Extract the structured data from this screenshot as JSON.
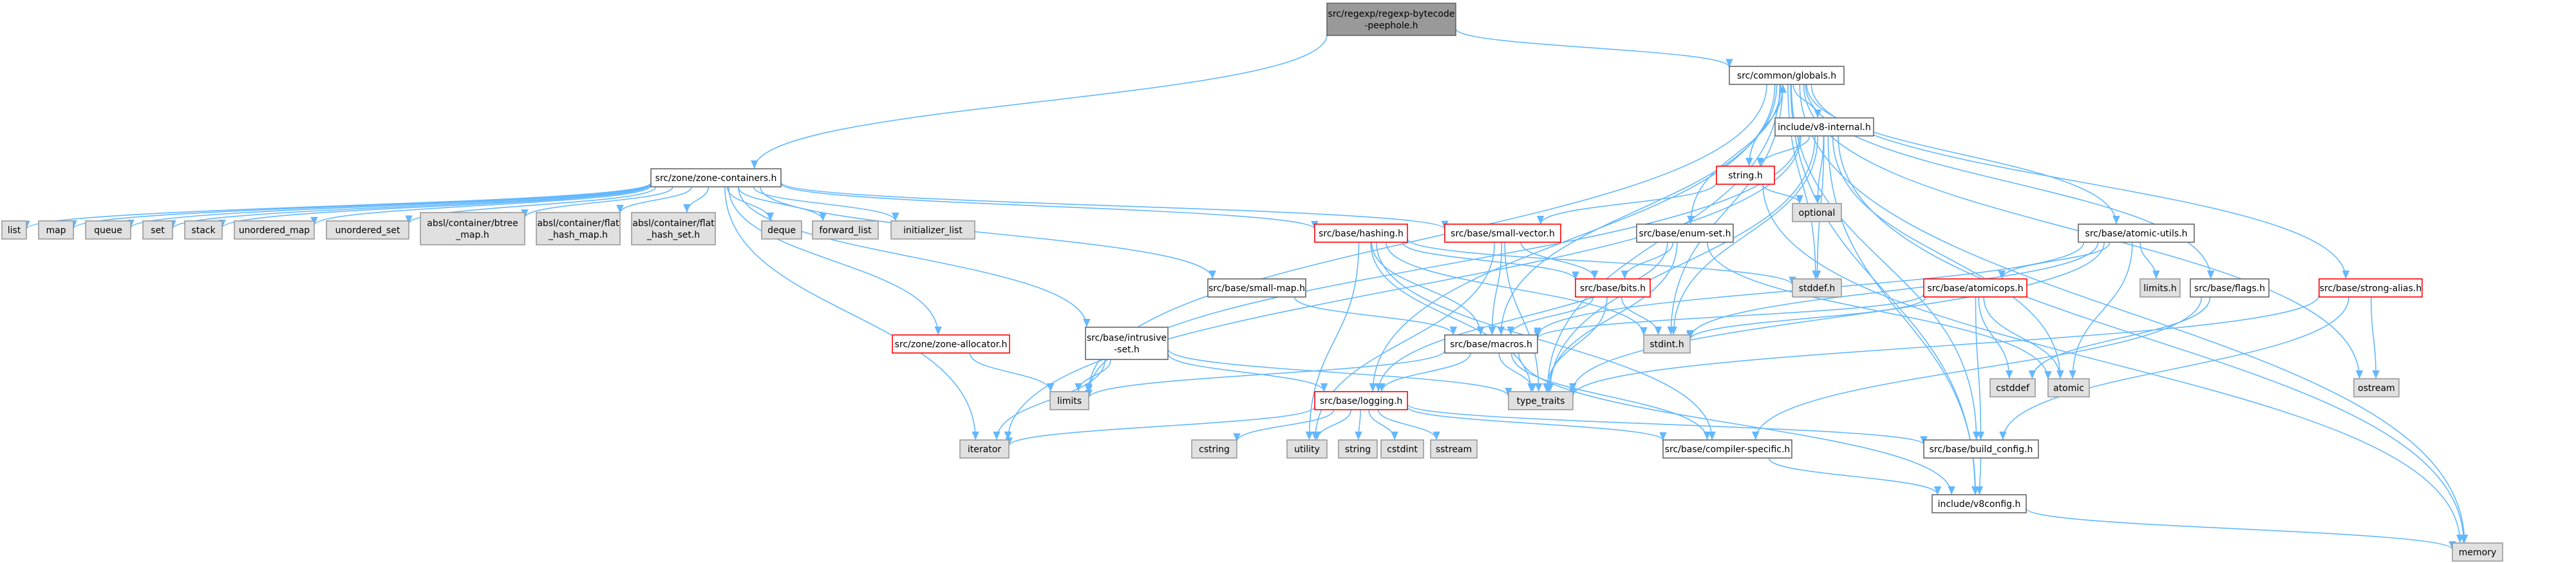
{
  "colors": {
    "edge": "#63b8ff",
    "root_fill": "#999999",
    "root_border": "#666666",
    "file_fill": "#ffffff",
    "file_border": "#666666",
    "hot_border": "#ff0000",
    "system_fill": "#e0e0e0",
    "system_border": "#999999"
  },
  "nodes": [
    {
      "id": "root",
      "lines": [
        "src/regexp/regexp-bytecode",
        "-peephole.h"
      ],
      "kind": "root"
    },
    {
      "id": "globals",
      "lines": [
        "src/common/globals.h"
      ],
      "kind": "file"
    },
    {
      "id": "zc",
      "lines": [
        "src/zone/zone-containers.h"
      ],
      "kind": "file"
    },
    {
      "id": "v8int",
      "lines": [
        "include/v8-internal.h"
      ],
      "kind": "file"
    },
    {
      "id": "stringh",
      "lines": [
        "string.h"
      ],
      "kind": "hot"
    },
    {
      "id": "optional",
      "lines": [
        "optional"
      ],
      "kind": "system"
    },
    {
      "id": "list",
      "lines": [
        "list"
      ],
      "kind": "system"
    },
    {
      "id": "map",
      "lines": [
        "map"
      ],
      "kind": "system"
    },
    {
      "id": "queue",
      "lines": [
        "queue"
      ],
      "kind": "system"
    },
    {
      "id": "set",
      "lines": [
        "set"
      ],
      "kind": "system"
    },
    {
      "id": "stack",
      "lines": [
        "stack"
      ],
      "kind": "system"
    },
    {
      "id": "umap",
      "lines": [
        "unordered_map"
      ],
      "kind": "system"
    },
    {
      "id": "uset",
      "lines": [
        "unordered_set"
      ],
      "kind": "system"
    },
    {
      "id": "btree",
      "lines": [
        "absl/container/btree",
        "_map.h"
      ],
      "kind": "system"
    },
    {
      "id": "fhm",
      "lines": [
        "absl/container/flat",
        "_hash_map.h"
      ],
      "kind": "system"
    },
    {
      "id": "fhs",
      "lines": [
        "absl/container/flat",
        "_hash_set.h"
      ],
      "kind": "system"
    },
    {
      "id": "deque",
      "lines": [
        "deque"
      ],
      "kind": "system"
    },
    {
      "id": "fwdlist",
      "lines": [
        "forward_list"
      ],
      "kind": "system"
    },
    {
      "id": "initlist",
      "lines": [
        "initializer_list"
      ],
      "kind": "system"
    },
    {
      "id": "hashing",
      "lines": [
        "src/base/hashing.h"
      ],
      "kind": "hot"
    },
    {
      "id": "smallvec",
      "lines": [
        "src/base/small-vector.h"
      ],
      "kind": "hot"
    },
    {
      "id": "enumset",
      "lines": [
        "src/base/enum-set.h"
      ],
      "kind": "file"
    },
    {
      "id": "atomicutils",
      "lines": [
        "src/base/atomic-utils.h"
      ],
      "kind": "file"
    },
    {
      "id": "smallmap",
      "lines": [
        "src/base/small-map.h"
      ],
      "kind": "file"
    },
    {
      "id": "bits",
      "lines": [
        "src/base/bits.h"
      ],
      "kind": "hot"
    },
    {
      "id": "stddef",
      "lines": [
        "stddef.h"
      ],
      "kind": "system"
    },
    {
      "id": "limitsh",
      "lines": [
        "limits.h"
      ],
      "kind": "system"
    },
    {
      "id": "flags",
      "lines": [
        "src/base/flags.h"
      ],
      "kind": "file"
    },
    {
      "id": "atomicops",
      "lines": [
        "src/base/atomicops.h"
      ],
      "kind": "hot"
    },
    {
      "id": "strongalias",
      "lines": [
        "src/base/strong-alias.h"
      ],
      "kind": "hot"
    },
    {
      "id": "zonealloc",
      "lines": [
        "src/zone/zone-allocator.h"
      ],
      "kind": "hot"
    },
    {
      "id": "intrusive",
      "lines": [
        "src/base/intrusive",
        "-set.h"
      ],
      "kind": "file"
    },
    {
      "id": "macros",
      "lines": [
        "src/base/macros.h"
      ],
      "kind": "file"
    },
    {
      "id": "stdint",
      "lines": [
        "stdint.h"
      ],
      "kind": "system"
    },
    {
      "id": "cstddef",
      "lines": [
        "cstddef"
      ],
      "kind": "system"
    },
    {
      "id": "atomic",
      "lines": [
        "atomic"
      ],
      "kind": "system"
    },
    {
      "id": "ostream",
      "lines": [
        "ostream"
      ],
      "kind": "system"
    },
    {
      "id": "limits",
      "lines": [
        "limits"
      ],
      "kind": "system"
    },
    {
      "id": "typetraits",
      "lines": [
        "type_traits"
      ],
      "kind": "system"
    },
    {
      "id": "logging",
      "lines": [
        "src/base/logging.h"
      ],
      "kind": "hot"
    },
    {
      "id": "iterator",
      "lines": [
        "iterator"
      ],
      "kind": "system"
    },
    {
      "id": "cstring",
      "lines": [
        "cstring"
      ],
      "kind": "system"
    },
    {
      "id": "utility",
      "lines": [
        "utility"
      ],
      "kind": "system"
    },
    {
      "id": "string",
      "lines": [
        "string"
      ],
      "kind": "system"
    },
    {
      "id": "cstdint",
      "lines": [
        "cstdint"
      ],
      "kind": "system"
    },
    {
      "id": "sstream",
      "lines": [
        "sstream"
      ],
      "kind": "system"
    },
    {
      "id": "compiler",
      "lines": [
        "src/base/compiler-specific.h"
      ],
      "kind": "file"
    },
    {
      "id": "buildcfg",
      "lines": [
        "src/base/build_config.h"
      ],
      "kind": "file"
    },
    {
      "id": "v8config",
      "lines": [
        "include/v8config.h"
      ],
      "kind": "file"
    },
    {
      "id": "memory",
      "lines": [
        "memory"
      ],
      "kind": "system"
    }
  ],
  "edges": [
    [
      "root",
      "globals"
    ],
    [
      "root",
      "zc"
    ],
    [
      "globals",
      "v8int"
    ],
    [
      "globals",
      "stringh"
    ],
    [
      "globals",
      "enumset"
    ],
    [
      "globals",
      "atomicutils"
    ],
    [
      "globals",
      "flags"
    ],
    [
      "globals",
      "strongalias"
    ],
    [
      "globals",
      "stddef"
    ],
    [
      "globals",
      "stdint"
    ],
    [
      "globals",
      "ostream"
    ],
    [
      "globals",
      "limits"
    ],
    [
      "globals",
      "typetraits"
    ],
    [
      "globals",
      "macros"
    ],
    [
      "globals",
      "logging"
    ],
    [
      "globals",
      "buildcfg"
    ],
    [
      "globals",
      "v8config"
    ],
    [
      "globals",
      "memory"
    ],
    [
      "v8int",
      "stringh"
    ],
    [
      "v8int",
      "optional"
    ],
    [
      "v8int",
      "stddef"
    ],
    [
      "v8int",
      "stdint"
    ],
    [
      "v8int",
      "atomic"
    ],
    [
      "v8int",
      "iterator"
    ],
    [
      "v8int",
      "limits"
    ],
    [
      "v8int",
      "memory"
    ],
    [
      "v8int",
      "typetraits"
    ],
    [
      "v8int",
      "v8config"
    ],
    [
      "stringh",
      "globals"
    ],
    [
      "stringh",
      "optional"
    ],
    [
      "stringh",
      "smallvec"
    ],
    [
      "stringh",
      "memory"
    ],
    [
      "zc",
      "list"
    ],
    [
      "zc",
      "map"
    ],
    [
      "zc",
      "queue"
    ],
    [
      "zc",
      "set"
    ],
    [
      "zc",
      "stack"
    ],
    [
      "zc",
      "umap"
    ],
    [
      "zc",
      "uset"
    ],
    [
      "zc",
      "btree"
    ],
    [
      "zc",
      "fhm"
    ],
    [
      "zc",
      "fhs"
    ],
    [
      "zc",
      "deque"
    ],
    [
      "zc",
      "fwdlist"
    ],
    [
      "zc",
      "initlist"
    ],
    [
      "zc",
      "hashing"
    ],
    [
      "zc",
      "smallvec"
    ],
    [
      "zc",
      "smallmap"
    ],
    [
      "zc",
      "intrusive"
    ],
    [
      "zc",
      "zonealloc"
    ],
    [
      "zc",
      "iterator"
    ],
    [
      "hashing",
      "bits"
    ],
    [
      "hashing",
      "macros"
    ],
    [
      "hashing",
      "stddef"
    ],
    [
      "hashing",
      "stdint"
    ],
    [
      "hashing",
      "utility"
    ],
    [
      "hashing",
      "typetraits"
    ],
    [
      "hashing",
      "compiler"
    ],
    [
      "smallvec",
      "bits"
    ],
    [
      "smallvec",
      "macros"
    ],
    [
      "smallvec",
      "utility"
    ],
    [
      "smallvec",
      "typetraits"
    ],
    [
      "enumset",
      "bits"
    ],
    [
      "enumset",
      "logging"
    ],
    [
      "enumset",
      "atomic"
    ],
    [
      "enumset",
      "typetraits"
    ],
    [
      "atomicutils",
      "atomicops"
    ],
    [
      "atomicutils",
      "macros"
    ],
    [
      "atomicutils",
      "limitsh"
    ],
    [
      "atomicutils",
      "atomic"
    ],
    [
      "atomicutils",
      "typetraits"
    ],
    [
      "atomicutils",
      "stdint"
    ],
    [
      "atomicops",
      "buildcfg"
    ],
    [
      "atomicops",
      "macros"
    ],
    [
      "atomicops",
      "stdint"
    ],
    [
      "atomicops",
      "cstddef"
    ],
    [
      "atomicops",
      "atomic"
    ],
    [
      "flags",
      "cstddef"
    ],
    [
      "flags",
      "compiler"
    ],
    [
      "strongalias",
      "typetraits"
    ],
    [
      "strongalias",
      "ostream"
    ],
    [
      "strongalias",
      "buildcfg"
    ],
    [
      "smallmap",
      "macros"
    ],
    [
      "bits",
      "macros"
    ],
    [
      "bits",
      "stdint"
    ],
    [
      "bits",
      "typetraits"
    ],
    [
      "zonealloc",
      "limits"
    ],
    [
      "intrusive",
      "iterator"
    ],
    [
      "intrusive",
      "limits"
    ],
    [
      "intrusive",
      "logging"
    ],
    [
      "intrusive",
      "typetraits"
    ],
    [
      "macros",
      "limits"
    ],
    [
      "macros",
      "typetraits"
    ],
    [
      "macros",
      "logging"
    ],
    [
      "macros",
      "compiler"
    ],
    [
      "macros",
      "v8config"
    ],
    [
      "logging",
      "iterator"
    ],
    [
      "logging",
      "cstring"
    ],
    [
      "logging",
      "utility"
    ],
    [
      "logging",
      "string"
    ],
    [
      "logging",
      "cstdint"
    ],
    [
      "logging",
      "sstream"
    ],
    [
      "logging",
      "compiler"
    ],
    [
      "logging",
      "buildcfg"
    ],
    [
      "compiler",
      "v8config"
    ],
    [
      "buildcfg",
      "v8config"
    ],
    [
      "v8config",
      "memory"
    ]
  ]
}
